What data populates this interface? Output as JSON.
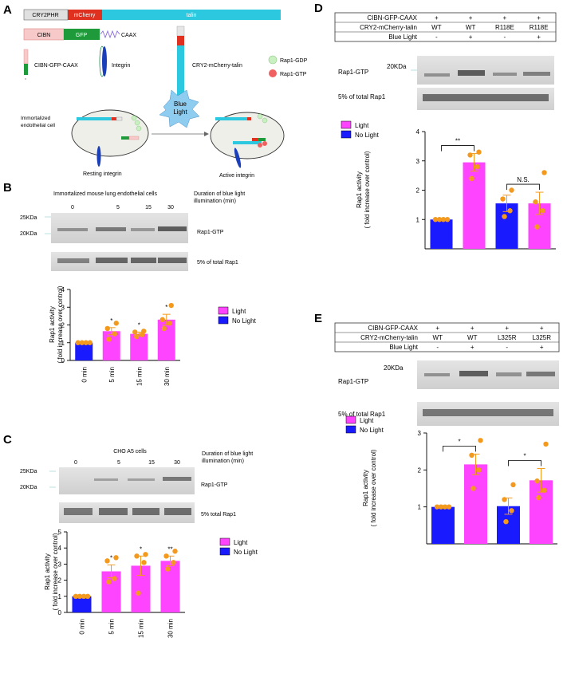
{
  "colors": {
    "light_bar": "#ff44ff",
    "dark_bar": "#1a1aff",
    "dot": "#f39a1e",
    "cry2": "#e0e0e0",
    "mcherry": "#e03020",
    "talin": "#2bc8e0",
    "cibn": "#f7c9c9",
    "gfp": "#1e9a3a",
    "rap1_gdp": "#c9f0c0",
    "rap1_gtp": "#f06060",
    "burst": "#8fcdf0"
  },
  "panel_a": {
    "label": "A",
    "cry2_label": "CRY2PHR",
    "mcherry_label": "mCherry",
    "talin_label": "talin",
    "cibn_label": "CIBN",
    "gfp_label": "GFP",
    "caax_label": "CAAX",
    "cibn_construct_label": "CIBN-GFP-CAAX",
    "integrin_label": "Integrin",
    "cry2_construct_label": "CRY2-mCherry-talin",
    "rap1_gdp_label": "Rap1-GDP",
    "rap1_gtp_label": "Rap1-GTP",
    "cell_label_1": "Immortalized",
    "cell_label_2": "endothelial cell",
    "blue_1": "Blue",
    "blue_2": "Light",
    "resting_label": "Resting integrin",
    "active_label": "Active integrin"
  },
  "panel_b": {
    "label": "B",
    "title": "Immortalized mouse lung endothelial cells",
    "lanes": [
      "0",
      "5",
      "15",
      "30"
    ],
    "duration_1": "Duration of blue light",
    "duration_2": "illumination (min)",
    "marker_25": "25KDa",
    "marker_20": "20KDa",
    "blot1_label": "Rap1-GTP",
    "blot2_label": "5% of total Rap1"
  },
  "panel_c": {
    "label": "C",
    "title": "CHO A5 cells",
    "lanes": [
      "0",
      "5",
      "15",
      "30"
    ],
    "duration_1": "Duration of blue light",
    "duration_2": "illumination (min)",
    "marker_25": "25KDa",
    "marker_20": "20KDa",
    "blot1_label": "Rap1-GTP",
    "blot2_label": "5% total Rap1"
  },
  "panel_d": {
    "label": "D",
    "rows": [
      {
        "name": "CIBN-GFP-CAAX",
        "cells": [
          "+",
          "+",
          "+",
          "+"
        ]
      },
      {
        "name": "CRY2-mCherry-talin",
        "cells": [
          "WT",
          "WT",
          "R118E",
          "R118E"
        ]
      },
      {
        "name": "Blue Light",
        "cells": [
          "-",
          "+",
          "-",
          "+"
        ]
      }
    ],
    "marker": "20KDa",
    "blot1_label": "Rap1-GTP",
    "blot2_label": "5% of total Rap1"
  },
  "panel_e": {
    "label": "E",
    "rows": [
      {
        "name": "CIBN-GFP-CAAX",
        "cells": [
          "+",
          "+",
          "+",
          "+"
        ]
      },
      {
        "name": "CRY2-mCherry-talin",
        "cells": [
          "WT",
          "WT",
          "L325R",
          "L325R"
        ]
      },
      {
        "name": "Blue Light",
        "cells": [
          "-",
          "+",
          "-",
          "+"
        ]
      }
    ],
    "marker": "20KDa",
    "blot1_label": "Rap1-GTP",
    "blot2_label": "5% of total Rap1"
  },
  "chart_data": [
    {
      "id": "B",
      "type": "bar",
      "categories": [
        "0 min",
        "5 min",
        "15 min",
        "30 min"
      ],
      "values": [
        1.0,
        1.65,
        1.5,
        2.3
      ],
      "errors": [
        0.0,
        0.2,
        0.1,
        0.3
      ],
      "points": [
        [
          1,
          1,
          1,
          1
        ],
        [
          1.2,
          1.5,
          1.8,
          2.1
        ],
        [
          1.35,
          1.45,
          1.6,
          1.65
        ],
        [
          1.8,
          2.1,
          2.3,
          3.1
        ]
      ],
      "sig": [
        "",
        "*",
        "*",
        "*"
      ],
      "kind": [
        "dark",
        "light",
        "light",
        "light"
      ],
      "ylim": [
        0,
        4
      ],
      "yticks": [
        0,
        1,
        2,
        3,
        4
      ],
      "ylabel_1": "Rap1 activity",
      "ylabel_2": "( fold increase over control)",
      "legend": [
        "Light",
        "No Light"
      ],
      "legend_placement": "right"
    },
    {
      "id": "C",
      "type": "bar",
      "categories": [
        "0 min",
        "5 min",
        "15 min",
        "30 min"
      ],
      "values": [
        1.0,
        2.55,
        2.9,
        3.2
      ],
      "errors": [
        0.0,
        0.4,
        0.6,
        0.3
      ],
      "points": [
        [
          1,
          1,
          1,
          1
        ],
        [
          1.9,
          2.1,
          3.2,
          3.4
        ],
        [
          1.2,
          3.1,
          3.5,
          3.6
        ],
        [
          2.7,
          3.1,
          3.5,
          3.8
        ]
      ],
      "sig": [
        "",
        "*",
        "*",
        "**"
      ],
      "kind": [
        "dark",
        "light",
        "light",
        "light"
      ],
      "ylim": [
        0,
        5
      ],
      "yticks": [
        0,
        1,
        2,
        3,
        4,
        5
      ],
      "ylabel_1": "Rap1 activity",
      "ylabel_2": "( fold increase over control)",
      "legend": [
        "Light",
        "No Light"
      ],
      "legend_placement": "right"
    },
    {
      "id": "D",
      "type": "bar",
      "categories": [
        "",
        "",
        "",
        ""
      ],
      "values": [
        1.0,
        2.95,
        1.55,
        1.55
      ],
      "errors": [
        0.0,
        0.3,
        0.28,
        0.38
      ],
      "points": [
        [
          1,
          1,
          1,
          1
        ],
        [
          2.4,
          2.8,
          3.2,
          3.3
        ],
        [
          1.1,
          1.3,
          1.7,
          2.0
        ],
        [
          0.75,
          1.3,
          1.6,
          2.6
        ]
      ],
      "sig": [
        "",
        "",
        "",
        ""
      ],
      "brackets": [
        {
          "from": 0,
          "to": 1,
          "label": "**"
        },
        {
          "from": 2,
          "to": 3,
          "label": "N.S."
        }
      ],
      "kind": [
        "dark",
        "light",
        "dark",
        "light"
      ],
      "ylim": [
        0,
        4
      ],
      "yticks": [
        1,
        2,
        3,
        4
      ],
      "ylabel_1": "Rap1 activity",
      "ylabel_2": "( fold increase over control)",
      "legend": [
        "Light",
        "No Light"
      ],
      "legend_placement": "top-left"
    },
    {
      "id": "E",
      "type": "bar",
      "categories": [
        "",
        "",
        "",
        ""
      ],
      "values": [
        1.0,
        2.15,
        1.02,
        1.72
      ],
      "errors": [
        0.0,
        0.28,
        0.22,
        0.32
      ],
      "points": [
        [
          1,
          1,
          1,
          1
        ],
        [
          1.5,
          2.0,
          2.4,
          2.8
        ],
        [
          0.6,
          0.9,
          1.2,
          1.6
        ],
        [
          1.25,
          1.45,
          1.7,
          2.7
        ]
      ],
      "sig": [
        "",
        "",
        "",
        ""
      ],
      "brackets": [
        {
          "from": 0,
          "to": 1,
          "label": "*"
        },
        {
          "from": 2,
          "to": 3,
          "label": "*"
        }
      ],
      "kind": [
        "dark",
        "light",
        "dark",
        "light"
      ],
      "ylim": [
        0,
        3
      ],
      "yticks": [
        1,
        2,
        3
      ],
      "ylabel_1": "Rap1 activity",
      "ylabel_2": "( fold increase over control)",
      "legend": [
        "Light",
        "No Light"
      ],
      "legend_placement": "top-left"
    }
  ]
}
